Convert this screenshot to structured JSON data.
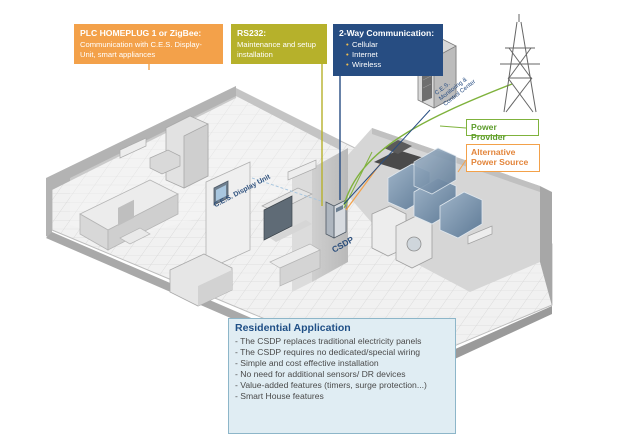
{
  "callouts": {
    "plc": {
      "title": "PLC HOMEPLUG 1 or ZigBee:",
      "body": "Communication with C.E.S. Display-Unit, smart appliances",
      "color": "#f3a14a"
    },
    "rs232": {
      "title": "RS232:",
      "body": "Maintenance and setup installation",
      "color": "#b6b12b"
    },
    "two_way": {
      "title": "2-Way Communication:",
      "items": [
        "Cellular",
        "Internet",
        "Wireless"
      ],
      "color": "#274d82"
    }
  },
  "labels": {
    "power_provider": "Power Provider",
    "alternative_power": "Alternative Power Source",
    "display_unit": "C.E.S. Display Unit",
    "csdp": "CSDP",
    "ces_center": "C.E.S.\nMonitoring &\nControl Center"
  },
  "residential": {
    "title": "Residential Application",
    "items": [
      "- The CSDP replaces traditional electricity panels",
      "- The CSDP requires no dedicated/special wiring",
      "- Simple and cost effective installation",
      "- No need for additional sensors/ DR devices",
      "- Value-added features (timers, surge protection...)",
      "- Smart House features"
    ]
  },
  "colors": {
    "power_provider_line": "#7fb23c",
    "alternative_power_line": "#f3a14a",
    "residential_bg": "#e0edf3",
    "residential_title": "#1f4f86"
  },
  "icons": [
    "transmission-tower-icon",
    "server-cabinet-icon",
    "solar-panel-icon",
    "house-icon"
  ]
}
